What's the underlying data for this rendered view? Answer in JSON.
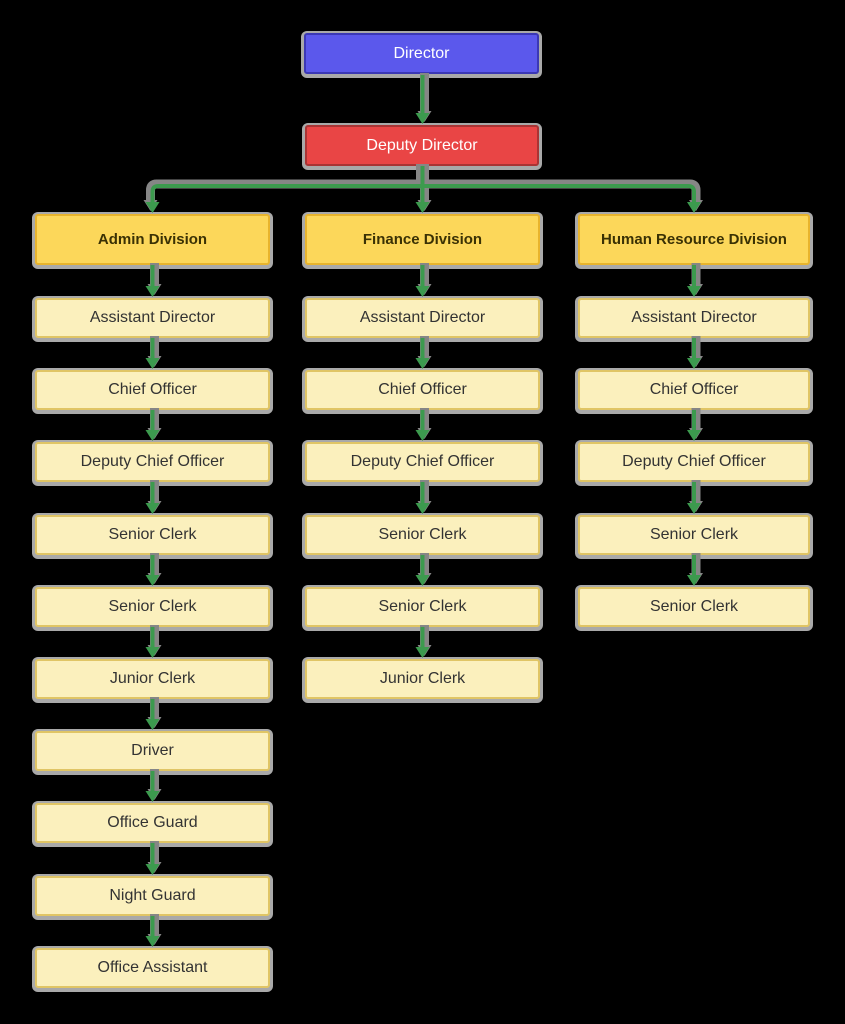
{
  "org": {
    "director": "Director",
    "deputy_director": "Deputy Director",
    "divisions": [
      {
        "name": "Admin Division",
        "roles": [
          "Assistant Director",
          "Chief Officer",
          "Deputy Chief Officer",
          "Senior Clerk",
          "Senior Clerk",
          "Junior Clerk",
          "Driver",
          "Office Guard",
          "Night Guard",
          "Office Assistant"
        ]
      },
      {
        "name": "Finance Division",
        "roles": [
          "Assistant Director",
          "Chief Officer",
          "Deputy Chief Officer",
          "Senior Clerk",
          "Senior Clerk",
          "Junior Clerk"
        ]
      },
      {
        "name": "Human Resource Division",
        "roles": [
          "Assistant Director",
          "Chief Officer",
          "Deputy Chief Officer",
          "Senior Clerk",
          "Senior Clerk"
        ]
      }
    ]
  },
  "colors": {
    "background": "#000000",
    "director_fill": "#5b58ec",
    "director_border": "#3b38b5",
    "deputy_fill": "#e94545",
    "deputy_border": "#a93434",
    "division_fill": "#fcd75a",
    "division_border": "#e8b42d",
    "role_fill": "#fbf0bd",
    "role_border": "#e0c565",
    "connector_green": "#3c9a4e",
    "shadow_gray": "#868686"
  }
}
